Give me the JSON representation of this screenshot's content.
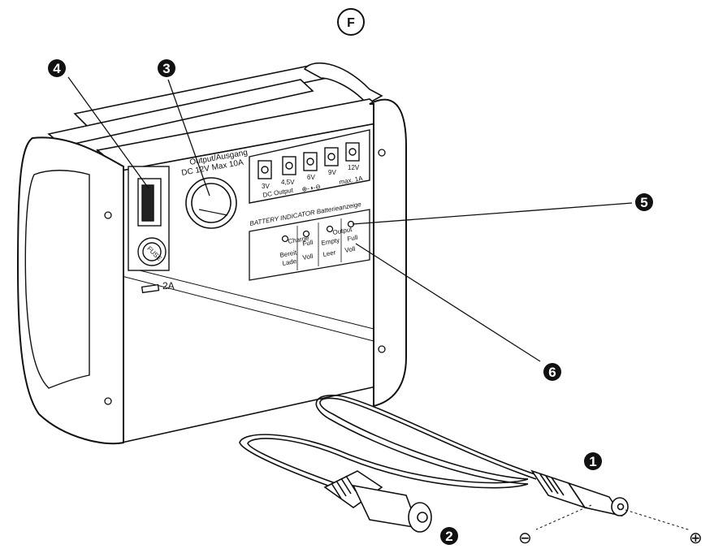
{
  "page_letter": "F",
  "callouts": [
    "1",
    "2",
    "3",
    "4",
    "5",
    "6"
  ],
  "panel": {
    "output_title": "Output/Ausgang",
    "output_spec": "DC 12V Max 10A",
    "fuse_label": "FUSE",
    "fuse_rating": "2A",
    "dc_voltages": [
      "3V",
      "4,5V",
      "6V",
      "9V",
      "12V"
    ],
    "dc_output_label": "DC Output",
    "dc_max": "max. 1A",
    "battery_indicator": "BATTERY INDICATOR Batterieanzeige",
    "charge": "Charge",
    "ready": "Bereit",
    "load": "Lade",
    "full": "Full",
    "voll": "Voll",
    "empty": "Empty",
    "leer": "Leer",
    "output_led": "Output",
    "output_led_full": "Full",
    "output_led_voll": "Voll"
  },
  "polarity": {
    "minus": "⊖",
    "plus": "⊕"
  }
}
